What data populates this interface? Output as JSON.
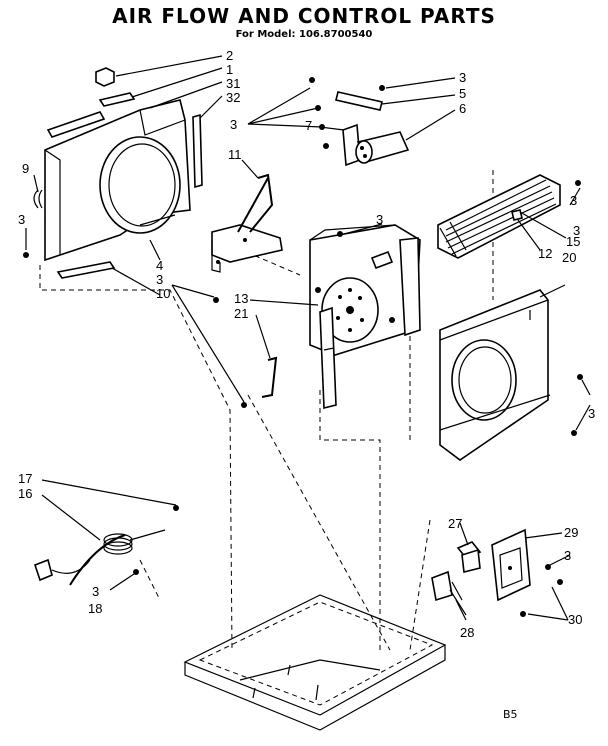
{
  "title": "AIR FLOW AND CONTROL PARTS",
  "subtitle": "For Model: 106.8700540",
  "figure_code": "B5",
  "callouts": [
    "2",
    "1",
    "31",
    "32",
    "3",
    "5",
    "6",
    "3",
    "7",
    "9",
    "11",
    "3",
    "3",
    "4",
    "3",
    "10",
    "13",
    "21",
    "3",
    "15",
    "12",
    "20",
    "3",
    "3",
    "17",
    "16",
    "3",
    "18",
    "27",
    "29",
    "3",
    "28",
    "30"
  ]
}
